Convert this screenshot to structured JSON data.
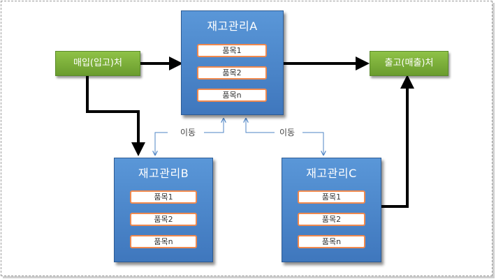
{
  "stores": {
    "a": {
      "title": "재고관리A",
      "items": [
        "품목1",
        "품목2",
        "품목n"
      ]
    },
    "b": {
      "title": "재고관리B",
      "items": [
        "품목1",
        "품목2",
        "품목n"
      ]
    },
    "c": {
      "title": "재고관리C",
      "items": [
        "품목1",
        "품목2",
        "품목n"
      ]
    }
  },
  "partners": {
    "purchase": "매입(입고)처",
    "shipment": "출고(매출)처"
  },
  "transfers": {
    "a_b": "이동",
    "a_c": "이동"
  },
  "colors": {
    "store_fill": "#4a86cc",
    "item_border": "#f0894e",
    "partner_fill": "#7bb03a",
    "main_flow": "#000000",
    "transfer_flow": "#4f86c6"
  }
}
